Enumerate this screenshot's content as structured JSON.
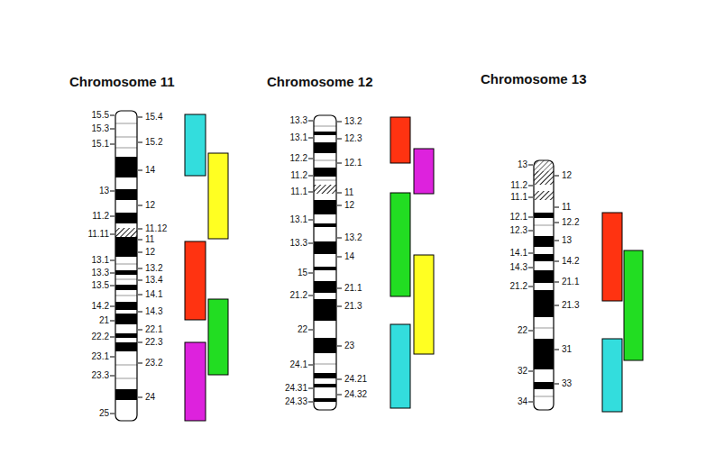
{
  "diagram": {
    "labels": [
      "Chromosome 11",
      "15.5",
      "15.3",
      "15.1",
      "13",
      "11.2",
      "11.11",
      "13.1",
      "13.3",
      "13.5",
      "14.2",
      "21",
      "22.2",
      "23.1",
      "23.3",
      "25",
      "15.4",
      "15.2",
      "14",
      "12",
      "11.12",
      "11",
      "12",
      "13.2",
      "13.4",
      "14.1",
      "14.3",
      "22.1",
      "22.3",
      "23.2",
      "24",
      "Chromosome 12",
      "13.3",
      "13.1",
      "12.2",
      "11.2",
      "11.1",
      "13.1",
      "13.3",
      "15",
      "21.2",
      "22",
      "24.1",
      "24.31",
      "24.33",
      "13.2",
      "12.3",
      "12.1",
      "11",
      "12",
      "13.2",
      "14",
      "21.1",
      "21.3",
      "23",
      "24.21",
      "24.32",
      "Chromosome 13",
      "13",
      "11.2",
      "11.1",
      "12.1",
      "12.3",
      "14.1",
      "14.3",
      "21.2",
      "22",
      "32",
      "34",
      "12",
      "11",
      "12.2",
      "13",
      "14.2",
      "21.1",
      "21.3",
      "31",
      "33"
    ]
  }
}
